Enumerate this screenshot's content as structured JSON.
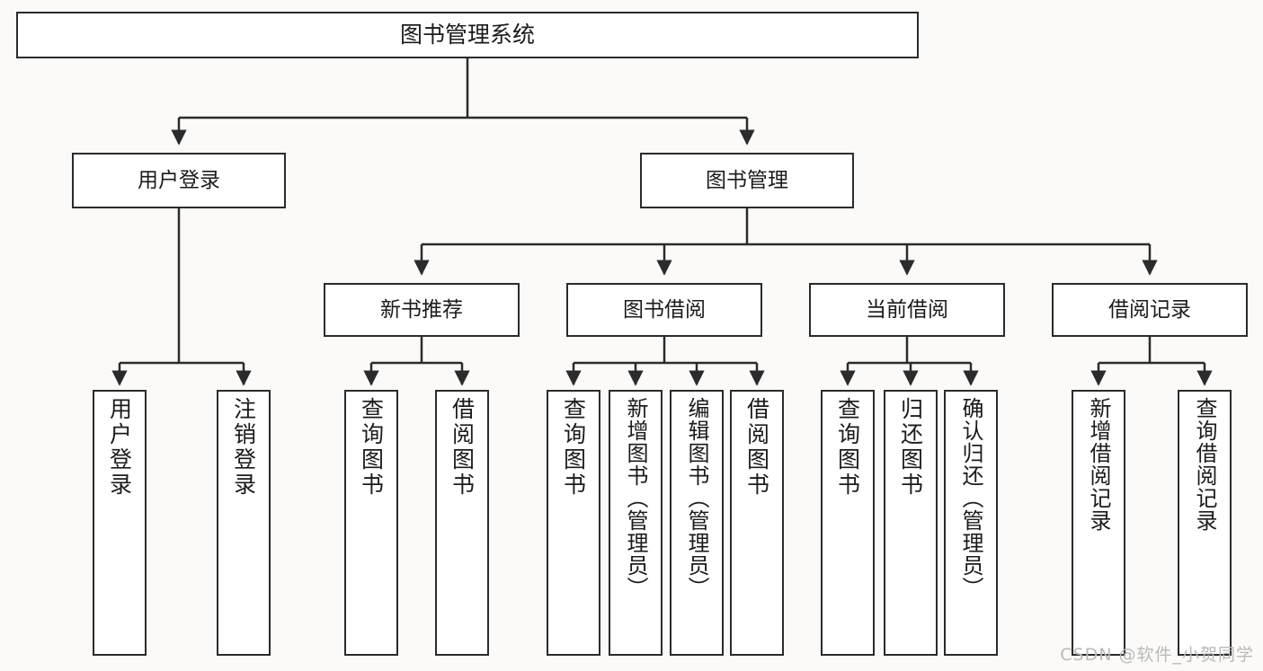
{
  "diagram": {
    "type": "tree",
    "title": "图书管理系统",
    "background_color": "#fbfaf8",
    "box_border_color": "#2b2b2b",
    "box_fill_color": "#ffffff",
    "text_color": "#1b1b1b"
  },
  "root": {
    "label": "图书管理系统"
  },
  "level2": [
    {
      "label": "用户登录"
    },
    {
      "label": "图书管理"
    }
  ],
  "level3": [
    {
      "label": "新书推荐"
    },
    {
      "label": "图书借阅"
    },
    {
      "label": "当前借阅"
    },
    {
      "label": "借阅记录"
    }
  ],
  "leaves": {
    "user_login": [
      {
        "label": "用户登录"
      },
      {
        "label": "注销登录"
      }
    ],
    "new_book_recommend": [
      {
        "label": "查询图书"
      },
      {
        "label": "借阅图书"
      }
    ],
    "book_borrow": [
      {
        "label": "查询图书"
      },
      {
        "label": "新增图书（管理员）"
      },
      {
        "label": "编辑图书（管理员）"
      },
      {
        "label": "借阅图书"
      }
    ],
    "current_borrow": [
      {
        "label": "查询图书"
      },
      {
        "label": "归还图书"
      },
      {
        "label": "确认归还（管理员）"
      }
    ],
    "borrow_records": [
      {
        "label": "新增借阅记录"
      },
      {
        "label": "查询借阅记录"
      }
    ]
  },
  "watermark": {
    "text": "CSDN @软件_小贺同学"
  }
}
